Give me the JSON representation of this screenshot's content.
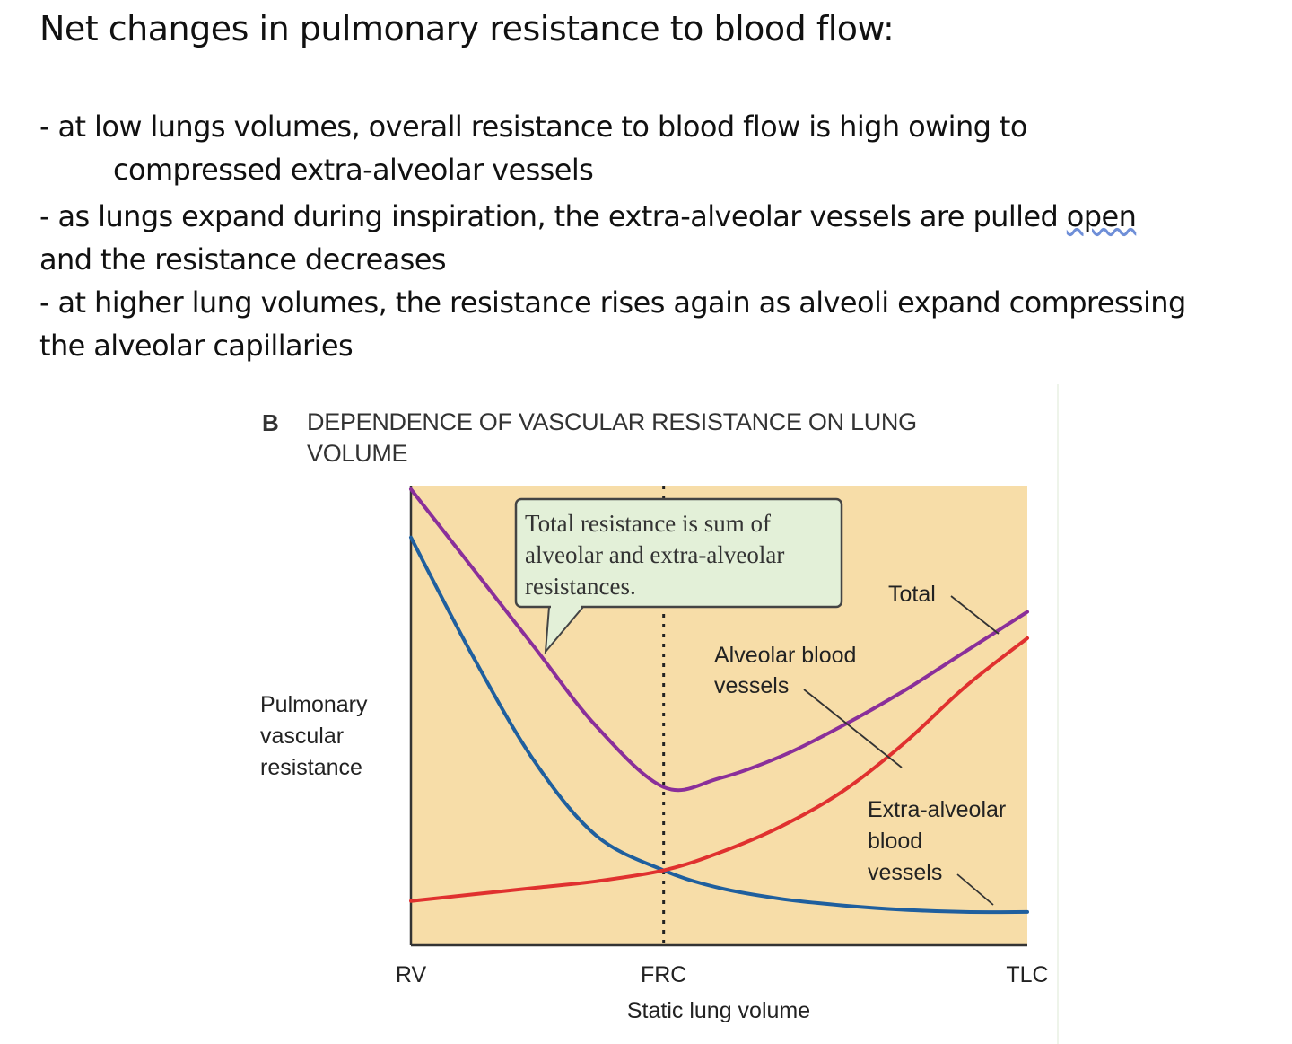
{
  "slide": {
    "title": "Net changes in pulmonary resistance to blood flow:",
    "bullets": [
      "- at low lungs volumes, overall resistance to blood flow is high owing to",
      "compressed extra-alveolar vessels",
      "- as lungs expand during inspiration, the extra-alveolar vessels are pulled ",
      "open",
      "and the resistance decreases",
      "- at higher lung volumes, the resistance rises again as alveoli expand  compressing",
      "the alveolar capillaries"
    ]
  },
  "figure": {
    "letter": "B",
    "title": "DEPENDENCE OF VASCULAR RESISTANCE ON LUNG VOLUME",
    "callout": [
      "Total resistance is sum of",
      "alveolar and extra-alveolar",
      "resistances."
    ]
  },
  "chart_data": {
    "type": "line",
    "title": "DEPENDENCE OF VASCULAR RESISTANCE ON LUNG VOLUME",
    "xlabel": "Static lung volume",
    "ylabel": [
      "Pulmonary",
      "vascular",
      "resistance"
    ],
    "x_ticks": [
      "RV",
      "FRC",
      "TLC"
    ],
    "x": [
      0,
      0.1,
      0.2,
      0.3,
      0.41,
      0.5,
      0.6,
      0.7,
      0.8,
      0.9,
      1.0
    ],
    "xlim": [
      0,
      1
    ],
    "ylim": [
      0,
      1
    ],
    "reference_line": {
      "at": "FRC",
      "x": 0.41,
      "style": "dotted"
    },
    "series": [
      {
        "name": "Total",
        "label": "Total",
        "color": "#8a2f9a",
        "values": [
          1.0,
          0.82,
          0.64,
          0.46,
          0.32,
          0.34,
          0.39,
          0.46,
          0.54,
          0.63,
          0.72
        ]
      },
      {
        "name": "Extra-alveolar blood vessels",
        "label": [
          "Extra-alveolar",
          "blood",
          "vessels"
        ],
        "color": "#1f5f9e",
        "values": [
          0.89,
          0.62,
          0.38,
          0.21,
          0.13,
          0.09,
          0.065,
          0.05,
          0.04,
          0.035,
          0.035
        ]
      },
      {
        "name": "Alveolar blood vessels",
        "label": [
          "Alveolar blood",
          "vessels"
        ],
        "color": "#e0312f",
        "values": [
          0.06,
          0.075,
          0.09,
          0.105,
          0.13,
          0.17,
          0.23,
          0.31,
          0.42,
          0.55,
          0.66
        ]
      }
    ],
    "grid": false,
    "background": "#f7dda8"
  }
}
